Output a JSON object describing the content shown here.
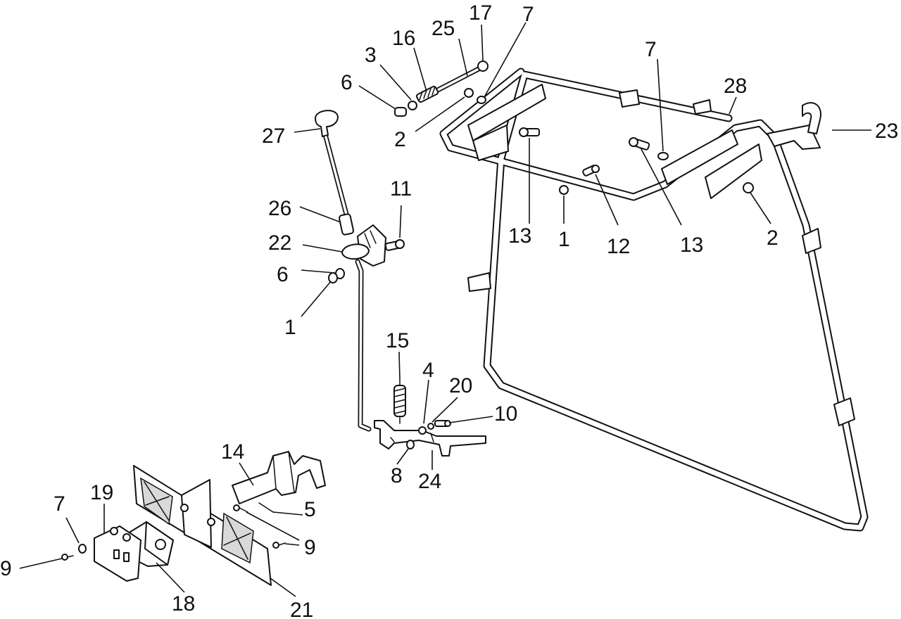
{
  "callouts": {
    "c17": "17",
    "c25": "25",
    "c16": "16",
    "c3": "3",
    "c7a": "7",
    "c6a": "6",
    "c2a": "2",
    "c27": "27",
    "c7b": "7",
    "c28": "28",
    "c23": "23",
    "c11": "11",
    "c26": "26",
    "c22": "22",
    "c6b": "6",
    "c1a": "1",
    "c13a": "13",
    "c1b": "1",
    "c12": "12",
    "c13b": "13",
    "c2b": "2",
    "c15": "15",
    "c4": "4",
    "c20": "20",
    "c10": "10",
    "c8": "8",
    "c24": "24",
    "c14": "14",
    "c5": "5",
    "c7c": "7",
    "c19": "19",
    "c9a": "9",
    "c9b": "9",
    "c18": "18",
    "c21": "21"
  }
}
